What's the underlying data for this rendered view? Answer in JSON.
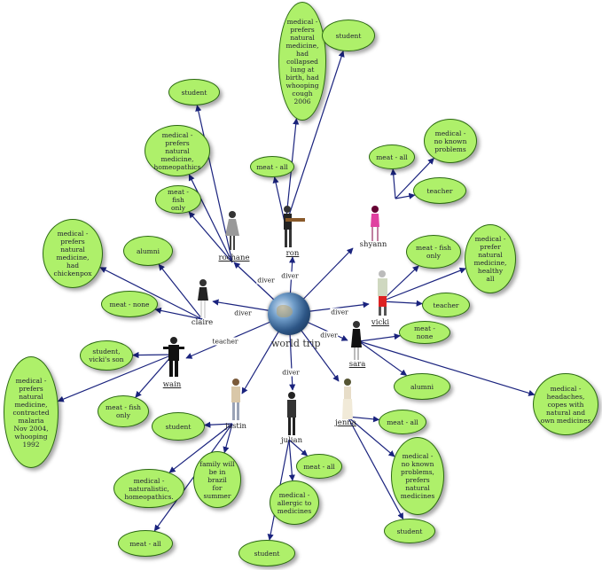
{
  "center": {
    "label": "world trip"
  },
  "people": [
    {
      "id": "rochane",
      "label": "rochane",
      "underlined": true
    },
    {
      "id": "ron",
      "label": "ron",
      "underlined": true
    },
    {
      "id": "shyann",
      "label": "shyann",
      "underlined": false
    },
    {
      "id": "claire",
      "label": "claire",
      "underlined": false
    },
    {
      "id": "vicki",
      "label": "vicki",
      "underlined": true
    },
    {
      "id": "sara",
      "label": "sara",
      "underlined": true
    },
    {
      "id": "wain",
      "label": "wain",
      "underlined": true
    },
    {
      "id": "justin",
      "label": "justin",
      "underlined": false
    },
    {
      "id": "julian",
      "label": "julian",
      "underlined": false
    },
    {
      "id": "jenna",
      "label": "jenna",
      "underlined": true
    }
  ],
  "edge_labels": [
    "diver",
    "diver",
    "diver",
    "diver",
    "teacher",
    "diver",
    "diver"
  ],
  "notes": [
    {
      "id": "n_rochane_student",
      "text": "student"
    },
    {
      "id": "n_rochane_medical",
      "text": "medical - prefers\nnatural\nmedicine,\nhomeopathics"
    },
    {
      "id": "n_rochane_meat",
      "text": "meat - fish\nonly"
    },
    {
      "id": "n_ron_medical",
      "text": "medical -\nprefers\nnatural\nmedicine,\nhad\ncollapsed\nlung at\nbirth, had\nwhooping\ncough 2006"
    },
    {
      "id": "n_ron_student",
      "text": "student"
    },
    {
      "id": "n_ron_meat",
      "text": "meat - all"
    },
    {
      "id": "n_shyann_meat",
      "text": "meat - all"
    },
    {
      "id": "n_shyann_medical",
      "text": "medical -\nno known\nproblems"
    },
    {
      "id": "n_shyann_teacher",
      "text": "teacher"
    },
    {
      "id": "n_claire_medical",
      "text": "medical -\nprefers\nnatural\nmedicine,\nhad\nchickenpox"
    },
    {
      "id": "n_claire_alumni",
      "text": "alumni"
    },
    {
      "id": "n_claire_meat",
      "text": "meat - none"
    },
    {
      "id": "n_vicki_meat",
      "text": "meat - fish\nonly"
    },
    {
      "id": "n_vicki_medical",
      "text": "medical -\nprefer\nnatural\nmedicine,\nhealthy\nall"
    },
    {
      "id": "n_vicki_teacher",
      "text": "teacher"
    },
    {
      "id": "n_sara_meat",
      "text": "meat - none"
    },
    {
      "id": "n_sara_alumni",
      "text": "alumni"
    },
    {
      "id": "n_sara_medical",
      "text": "medical -\nheadaches,\ncopes with\nnatural and\nown medicines"
    },
    {
      "id": "n_wain_student",
      "text": "student,\nvicki's son"
    },
    {
      "id": "n_wain_meat",
      "text": "meat - fish\nonly"
    },
    {
      "id": "n_wain_medical",
      "text": "medical -\nprefers\nnatural\nmedicine,\ncontracted\nmalaria\nNov 2004,\nwhooping\n1992"
    },
    {
      "id": "n_justin_student",
      "text": "student"
    },
    {
      "id": "n_justin_family",
      "text": "family will\nbe in brazil\nfor summer"
    },
    {
      "id": "n_justin_medical",
      "text": "medical -\nnaturalistic,\nhomeopathics."
    },
    {
      "id": "n_justin_meat",
      "text": "meat - all"
    },
    {
      "id": "n_julian_meat",
      "text": "meat - all"
    },
    {
      "id": "n_julian_medical",
      "text": "medical -\nallergic to\nmedicines"
    },
    {
      "id": "n_julian_student",
      "text": "student"
    },
    {
      "id": "n_jenna_meat",
      "text": "meat - all"
    },
    {
      "id": "n_jenna_medical",
      "text": "medical -\nno known\nproblems,\nprefers\nnatural\nmedicines"
    },
    {
      "id": "n_jenna_student",
      "text": "student"
    }
  ],
  "colors": {
    "bubble_fill": "#aef06a",
    "bubble_border": "#2c6a12",
    "edge": "#1a237e"
  }
}
